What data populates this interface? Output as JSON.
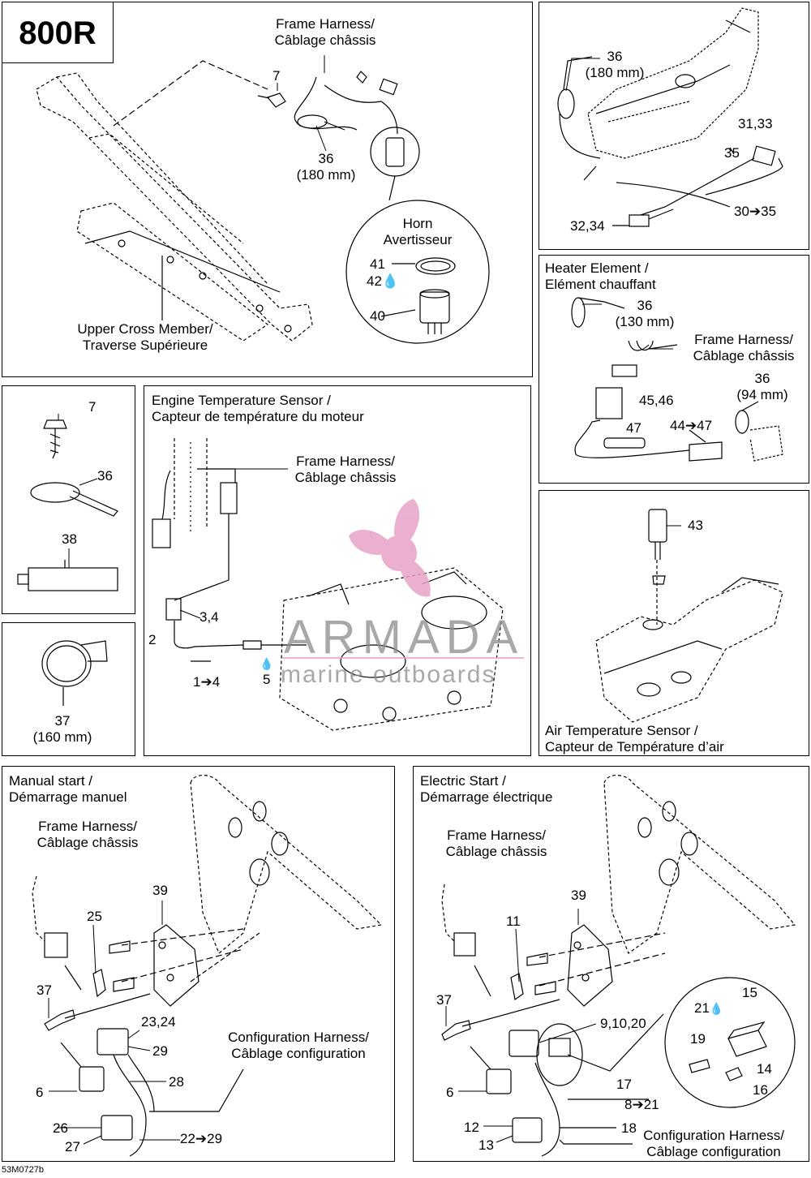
{
  "model": "800R",
  "footer_code": "53M0727b",
  "watermark": {
    "brand": "ARMADA",
    "tagline": "marine outboards",
    "color": "#e8a3c8"
  },
  "panels": {
    "frame": {
      "frame_harness": [
        "Frame Harness/",
        "Câblage châssis"
      ],
      "p7": "7",
      "p36": "36",
      "p36_size": "(180 mm)",
      "horn": [
        "Horn",
        "Avertisseur"
      ],
      "p41": "41",
      "p42": "42",
      "p40": "40",
      "cross_member": [
        "Upper Cross Member/",
        "Traverse Supérieure"
      ]
    },
    "tank": {
      "p36": "36",
      "p36_size": "(180 mm)",
      "p3133": "31,33",
      "p35": "35",
      "p3035": "30➔35",
      "p3234": "32,34"
    },
    "heater": {
      "title": [
        "Heater Element /",
        "Elément chauffant"
      ],
      "p36a": "36",
      "p36a_size": "(130 mm)",
      "frame_harness": [
        "Frame Harness/",
        "Câblage châssis"
      ],
      "p36b": "36",
      "p36b_size": "(94 mm)",
      "p4546": "45,46",
      "p47": "47",
      "p4447": "44➔47"
    },
    "parts_a": {
      "p7": "7",
      "p36": "36",
      "p38": "38"
    },
    "parts_b": {
      "p37": "37",
      "p37_size": "(160 mm)"
    },
    "engine": {
      "title": [
        "Engine Temperature Sensor /",
        "Capteur de température du moteur"
      ],
      "frame_harness": [
        "Frame Harness/",
        "Câblage châssis"
      ],
      "p34": "3,4",
      "p2": "2",
      "p14": "1➔4",
      "p5": "5"
    },
    "air": {
      "p43": "43",
      "title": [
        "Air Temperature Sensor /",
        "Capteur de Température d’air"
      ]
    },
    "manual": {
      "title": [
        "Manual start /",
        "Démarrage manuel"
      ],
      "frame_harness": [
        "Frame Harness/",
        "Câblage châssis"
      ],
      "p39": "39",
      "p25": "25",
      "p37": "37",
      "p2324": "23,24",
      "p29": "29",
      "config": [
        "Configuration Harness/",
        "Câblage configuration"
      ],
      "p28": "28",
      "p6": "6",
      "p26": "26",
      "p27": "27",
      "p2229": "22➔29"
    },
    "electric": {
      "title": [
        "Electric Start /",
        "Démarrage électrique"
      ],
      "frame_harness": [
        "Frame Harness/",
        "Câblage châssis"
      ],
      "p39": "39",
      "p11": "11",
      "p37": "37",
      "p91020": "9,10,20",
      "p15": "15",
      "p21": "21",
      "p19": "19",
      "p14": "14",
      "p16": "16",
      "p6": "6",
      "p17": "17",
      "p821": "8➔21",
      "p12": "12",
      "p18": "18",
      "p13": "13",
      "config": [
        "Configuration Harness/",
        "Câblage configuration"
      ]
    }
  }
}
